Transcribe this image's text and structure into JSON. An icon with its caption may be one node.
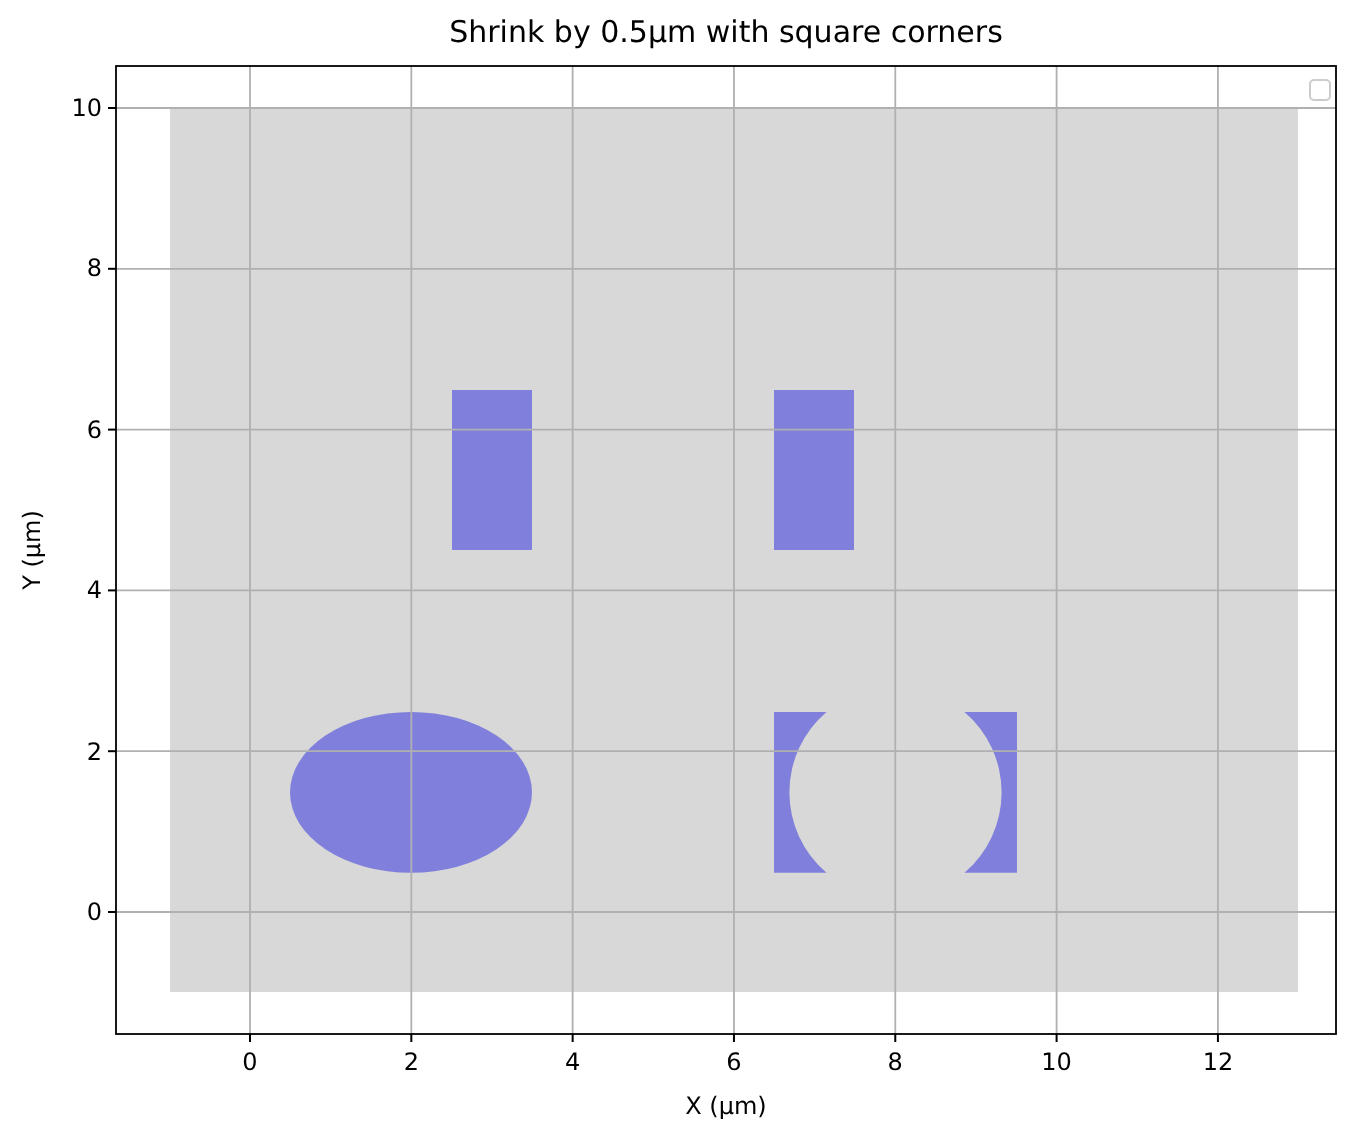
{
  "diagram": {
    "title": "Shrink by 0.5µm with square corners",
    "nodes": [
      {
        "text": [],
        "shape": "box"
      },
      {
        "text": [],
        "shape": "box",
        "in": 0
      },
      {
        "text": [],
        "shape": "box",
        "in": 0
      },
      {
        "text": [],
        "shape": "ellipse",
        "in": 0
      },
      {
        "text": [],
        "shape": "bar",
        "in": 0
      },
      {
        "text": [],
        "shape": "bar",
        "in": 0
      }
    ],
    "labels": [
      "10",
      "8",
      "6",
      "4",
      "2",
      "0",
      "Y (µm)",
      "0",
      "2",
      "4",
      "6",
      "8",
      "10",
      "12",
      "X (µm)"
    ]
  }
}
